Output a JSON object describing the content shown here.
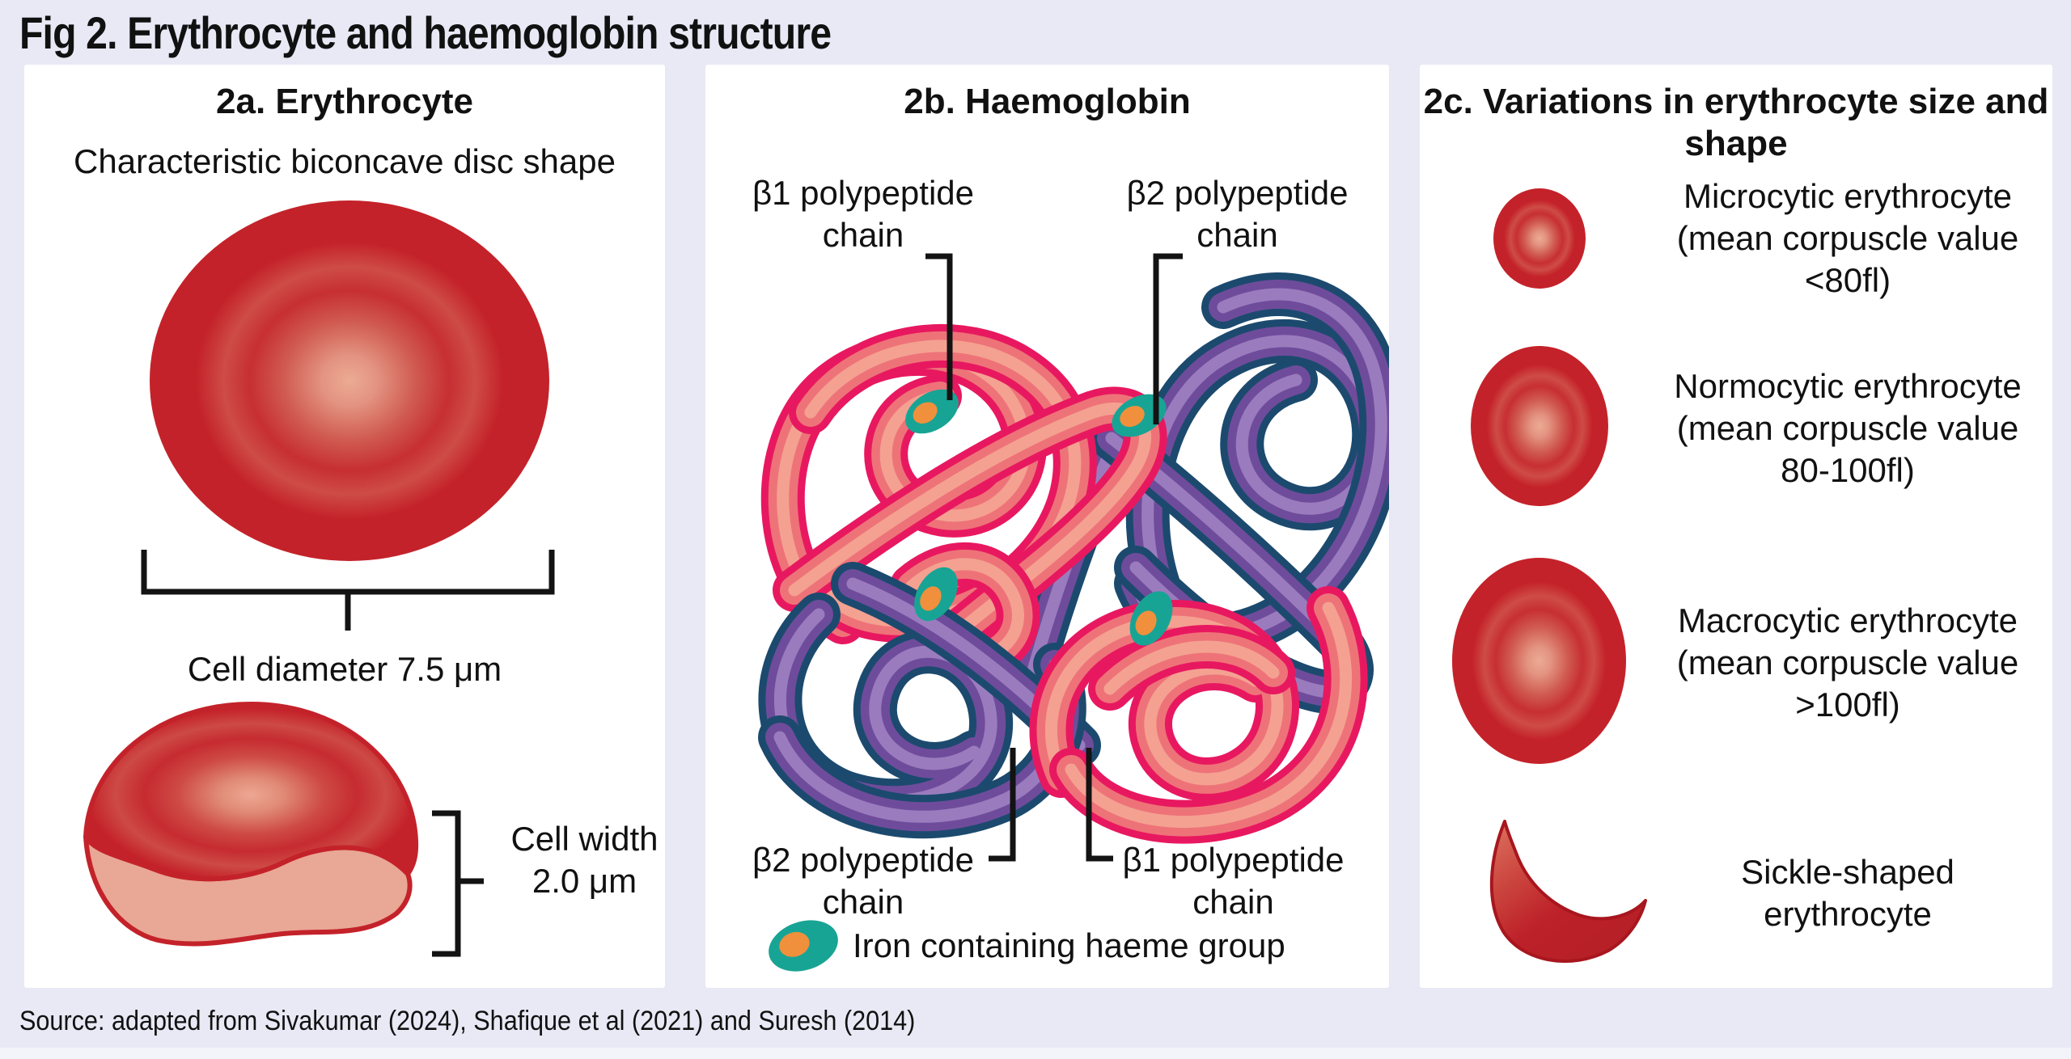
{
  "figure": {
    "title": "Fig 2. Erythrocyte and haemoglobin structure",
    "source": "Source: adapted from Sivakumar (2024), Shafique et al (2021) and Suresh (2014)"
  },
  "colors": {
    "bg": "#e8e9f5",
    "bg-strip": "#f3f4fa",
    "panel": "#ffffff",
    "ink": "#111111",
    "cell-red": "#c4222a",
    "cell-light": "#ecab93",
    "cut-face": "#e9a795",
    "pink-edge": "#e81860",
    "pink-mid": "#ee7378",
    "pink-core": "#f4a191",
    "purple-edge": "#1c4a6e",
    "purple-mid": "#6f4c9b",
    "purple-core": "#9a7cbe",
    "heme-teal": "#18a494",
    "heme-orange": "#f0903c"
  },
  "panel_2a": {
    "title": "2a. Erythrocyte",
    "subtitle": "Characteristic biconcave disc shape",
    "diameter_label": "Cell diameter 7.5 μm",
    "width_label": "Cell width\n2.0 μm"
  },
  "panel_2b": {
    "title": "2b. Haemoglobin",
    "label_beta1_top": "β1 polypeptide\nchain",
    "label_beta2_top": "β2 polypeptide\nchain",
    "label_beta2_bottom": "β2 polypeptide\nchain",
    "label_beta1_bottom": "β1 polypeptide\nchain",
    "legend": "Iron containing haeme group"
  },
  "panel_2c": {
    "title": "2c. Variations in erythrocyte size and\nshape",
    "items": [
      {
        "type": "microcytic",
        "label": "Microcytic erythrocyte\n(mean corpuscle value\n<80fl)"
      },
      {
        "type": "normocytic",
        "label": "Normocytic erythrocyte\n(mean corpuscle value\n80-100fl)"
      },
      {
        "type": "macrocytic",
        "label": "Macrocytic erythrocyte\n(mean corpuscle value\n>100fl)"
      },
      {
        "type": "sickle",
        "label": "Sickle-shaped\nerythrocyte"
      }
    ]
  }
}
